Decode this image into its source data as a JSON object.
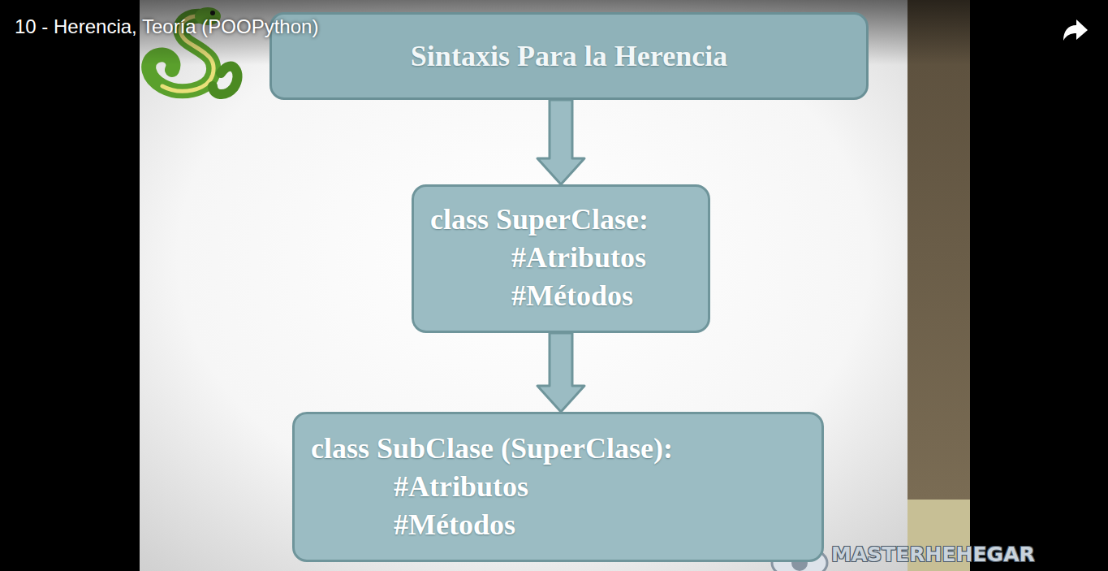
{
  "diagram": {
    "title": "10 - Herencia, Teoría (POOPython)",
    "nodes": [
      {
        "text": [
          "Sintaxis Para la Herencia"
        ]
      },
      {
        "text": [
          "class SuperClase:",
          "#Atributos",
          "#Métodos"
        ]
      },
      {
        "text": [
          "class SubClase (SuperClase):",
          "#Atributos",
          "#Métodos"
        ]
      }
    ],
    "edges": [
      {
        "from": 0,
        "to": 1,
        "arrow": "to"
      },
      {
        "from": 1,
        "to": 2,
        "arrow": "to"
      }
    ],
    "labels": [
      "MASTERHEHEGAR"
    ]
  }
}
